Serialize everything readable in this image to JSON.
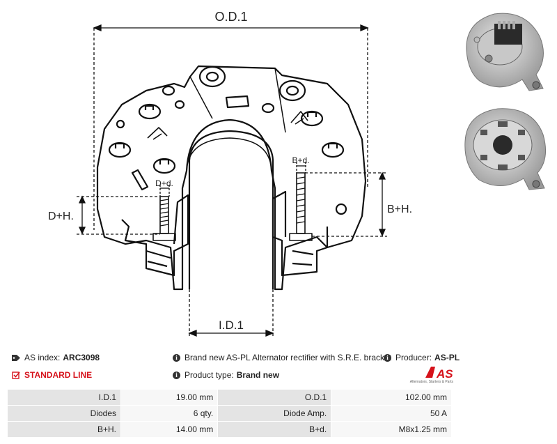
{
  "drawing": {
    "od_label": "O.D.1",
    "id_label": "I.D.1",
    "dh_label": "D+H.",
    "dd_label": "D+d.",
    "bh_label": "B+H.",
    "bd_label": "B+d."
  },
  "info": {
    "as_index_label": "AS index:",
    "as_index_value": "ARC3098",
    "description": "Brand new AS-PL Alternator rectifier with S.R.E. bracket",
    "producer_label": "Producer:",
    "producer_value": "AS-PL",
    "standard_line": "STANDARD LINE",
    "product_type_label": "Product type:",
    "product_type_value": "Brand new"
  },
  "logo": {
    "text": "AS",
    "tagline": "Alternators, Starters & Parts",
    "color": "#d6121b"
  },
  "specs": [
    {
      "label1": "I.D.1",
      "value1": "19.00 mm",
      "label2": "O.D.1",
      "value2": "102.00 mm"
    },
    {
      "label1": "Diodes",
      "value1": "6 qty.",
      "label2": "Diode Amp.",
      "value2": "50 A"
    },
    {
      "label1": "B+H.",
      "value1": "14.00 mm",
      "label2": "B+d.",
      "value2": "M8x1.25 mm"
    }
  ]
}
